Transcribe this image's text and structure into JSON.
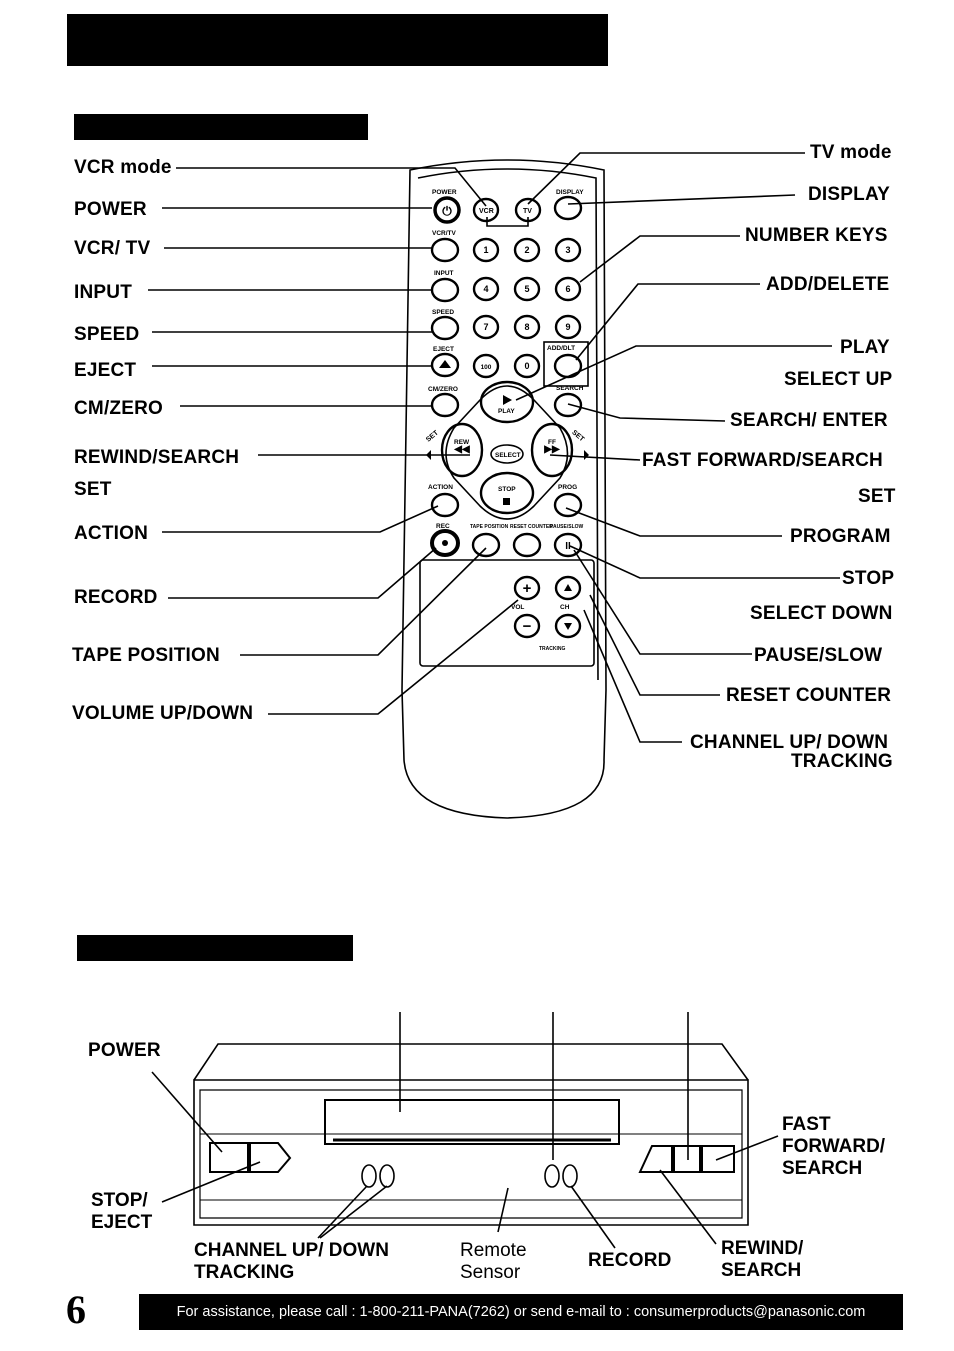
{
  "remote": {
    "left_labels": [
      {
        "id": "vcr-mode",
        "text": "VCR mode"
      },
      {
        "id": "power",
        "text": "POWER"
      },
      {
        "id": "vcr-tv",
        "text": "VCR/ TV"
      },
      {
        "id": "input",
        "text": "INPUT"
      },
      {
        "id": "speed",
        "text": "SPEED"
      },
      {
        "id": "eject",
        "text": "EJECT"
      },
      {
        "id": "cm-zero",
        "text": "CM/ZERO"
      },
      {
        "id": "rewind-search",
        "text": "REWIND/SEARCH"
      },
      {
        "id": "set-left",
        "text": "SET"
      },
      {
        "id": "action",
        "text": "ACTION"
      },
      {
        "id": "record",
        "text": "RECORD"
      },
      {
        "id": "tape-position",
        "text": "TAPE POSITION"
      },
      {
        "id": "volume-up-down",
        "text": "VOLUME UP/DOWN"
      }
    ],
    "right_labels": [
      {
        "id": "tv-mode",
        "text": "TV mode"
      },
      {
        "id": "display",
        "text": "DISPLAY"
      },
      {
        "id": "number-keys",
        "text": "NUMBER KEYS"
      },
      {
        "id": "add-delete",
        "text": "ADD/DELETE"
      },
      {
        "id": "play",
        "text": "PLAY"
      },
      {
        "id": "select-up",
        "text": "SELECT UP"
      },
      {
        "id": "search-enter",
        "text": "SEARCH/ ENTER"
      },
      {
        "id": "fast-forward-search",
        "text": "FAST FORWARD/SEARCH"
      },
      {
        "id": "set-right",
        "text": "SET"
      },
      {
        "id": "program",
        "text": "PROGRAM"
      },
      {
        "id": "stop",
        "text": "STOP"
      },
      {
        "id": "select-down",
        "text": "SELECT DOWN"
      },
      {
        "id": "pause-slow",
        "text": "PAUSE/SLOW"
      },
      {
        "id": "reset-counter",
        "text": "RESET COUNTER"
      },
      {
        "id": "channel-up-down",
        "text": "CHANNEL UP/ DOWN"
      },
      {
        "id": "tracking",
        "text": "TRACKING"
      }
    ],
    "button_text": {
      "power": "POWER",
      "vcr": "VCR",
      "tv": "TV",
      "display": "DISPLAY",
      "vcr_tv": "VCR/TV",
      "input": "INPUT",
      "speed": "SPEED",
      "eject": "EJECT",
      "cm_zero": "CM/ZERO",
      "add_dlt": "ADD/DLT",
      "search": "SEARCH",
      "play": "PLAY",
      "rew": "REW",
      "ff": "FF",
      "select": "SELECT",
      "stop": "STOP",
      "action": "ACTION",
      "prog": "PROG",
      "rec": "REC",
      "tape_position": "TAPE POSITION",
      "reset_counter": "RESET COUNTER",
      "pause_slow": "PAUSE/SLOW",
      "vol": "VOL",
      "ch": "CH",
      "tracking": "TRACKING",
      "set": "SET"
    },
    "number_keys": [
      "1",
      "2",
      "3",
      "4",
      "5",
      "6",
      "7",
      "8",
      "9",
      "100",
      "0"
    ]
  },
  "vcr": {
    "power": "POWER",
    "stop_eject": "STOP/\nEJECT",
    "channel_tracking": "CHANNEL UP/ DOWN\nTRACKING",
    "remote_sensor": "Remote\nSensor",
    "record": "RECORD",
    "rewind_search": "REWIND/\nSEARCH",
    "fast_forward_search": "FAST\nFORWARD/\nSEARCH"
  },
  "page_number": "6",
  "footer": "For assistance, please call : 1-800-211-PANA(7262) or send e-mail to : consumerproducts@panasonic.com"
}
